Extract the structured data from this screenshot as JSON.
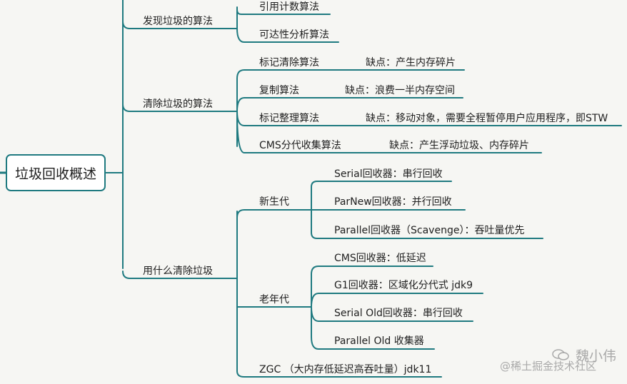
{
  "root": "垃圾回收概述",
  "branches": {
    "find": {
      "label": "发现垃圾的算法",
      "items": [
        "引用计数算法",
        "可达性分析算法"
      ]
    },
    "clear": {
      "label": "清除垃圾的算法",
      "items": [
        {
          "name": "标记清除算法",
          "note": "缺点：产生内存碎片"
        },
        {
          "name": "复制算法",
          "note": "缺点：浪费一半内存空间"
        },
        {
          "name": "标记整理算法",
          "note": "缺点：移动对象，需要全程暂停用户应用程序，即STW"
        },
        {
          "name": "CMS分代收集算法",
          "note": "缺点：产生浮动垃圾、内存碎片"
        }
      ]
    },
    "use": {
      "label": "用什么清除垃圾",
      "young": {
        "label": "新生代",
        "items": [
          "Serial回收器：串行回收",
          "ParNew回收器：并行回收",
          "Parallel回收器（Scavenge）：吞吐量优先"
        ]
      },
      "old": {
        "label": "老年代",
        "items": [
          "CMS回收器：低延迟",
          "G1回收器：区域化分代式 jdk9",
          "Serial Old回收器：串行回收",
          "Parallel Old 收集器"
        ]
      },
      "zgc": "ZGC （大内存低延迟高吞吐量）jdk11"
    }
  },
  "watermark": {
    "author": "魏小伟",
    "site": "@稀土掘金技术社区"
  },
  "colors": {
    "line": "#1f7a80",
    "background": "#f6f6f3",
    "text": "#202020"
  }
}
